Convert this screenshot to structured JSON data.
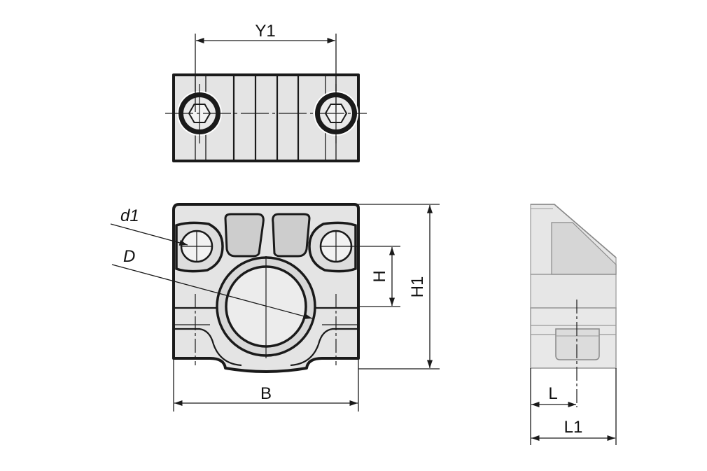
{
  "diagram": {
    "labels": {
      "y1": "Y1",
      "d1": "d1",
      "d": "D",
      "h": "H",
      "h1": "H1",
      "b": "B",
      "l": "L",
      "l1": "L1"
    },
    "colors": {
      "line": "#1a1a1a",
      "body_fill": "#e4e4e4",
      "shade_fill": "#d2d2d2",
      "background": "#ffffff"
    }
  }
}
